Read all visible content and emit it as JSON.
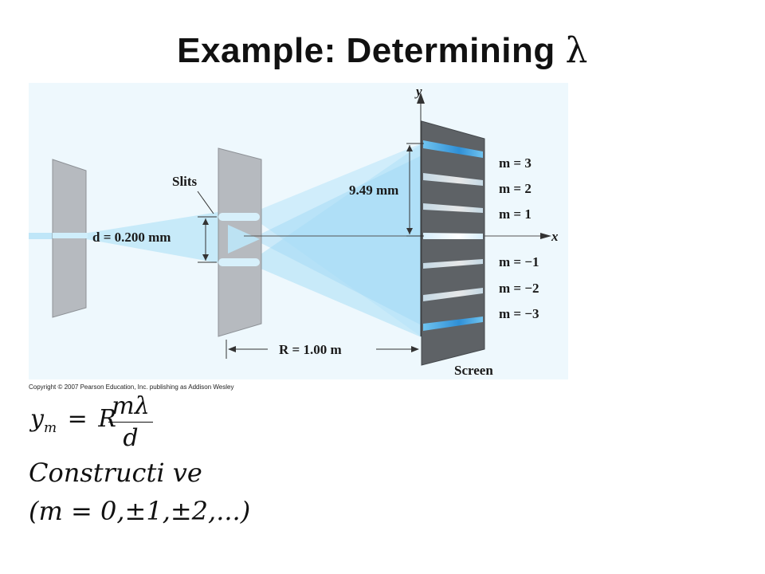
{
  "slide": {
    "title": "Example: Determining",
    "title_symbol": "λ",
    "copyright": "Copyright © 2007 Pearson Education, Inc. publishing as Addison Wesley"
  },
  "figure": {
    "axis_y_label": "y",
    "axis_x_label": "x",
    "slits_label": "Slits",
    "slit_spacing_label": "d = 0.200 mm",
    "fringe_spacing_label": "9.49 mm",
    "distance_label": "R = 1.00 m",
    "screen_label": "Screen",
    "orders": [
      "m = 3",
      "m = 2",
      "m = 1",
      "m = −1",
      "m = −2",
      "m = −3"
    ],
    "colors": {
      "background": "#eef8fd",
      "light": "#8fd3f4",
      "fringe": "#3aa0dc",
      "plate": "#b8bcc0",
      "screen": "#5e6266"
    }
  },
  "equations": {
    "ym_lhs": "y",
    "ym_sub": "m",
    "ym_equals": "=",
    "ym_R": "R",
    "ym_num": "mλ",
    "ym_den": "d",
    "constructive": "Constructi ve",
    "orders_text": "(m = 0,±1,±2,...)"
  }
}
